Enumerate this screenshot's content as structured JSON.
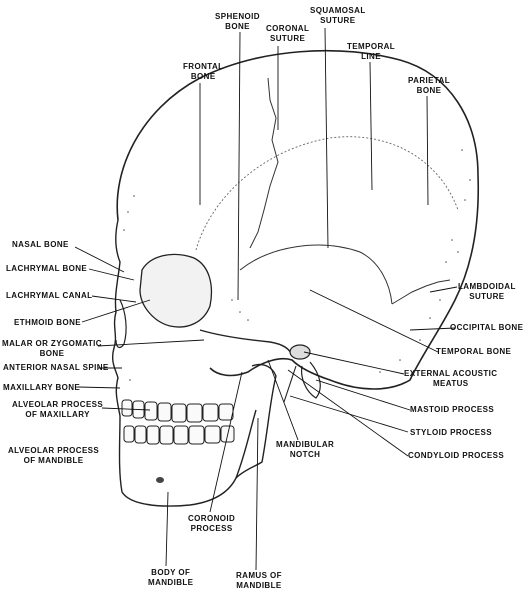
{
  "labels": {
    "sphenoid_bone": [
      "SPHENOID",
      "BONE"
    ],
    "coronal_suture": [
      "CORONAL",
      "SUTURE"
    ],
    "squamosal_suture": [
      "SQUAMOSAL",
      "SUTURE"
    ],
    "frontal_bone": [
      "FRONTAL",
      "BONE"
    ],
    "temporal_line": [
      "TEMPORAL",
      "LINE"
    ],
    "parietal_bone": [
      "PARIETAL",
      "BONE"
    ],
    "nasal_bone": "NASAL BONE",
    "lachrymal_bone": "LACHRYMAL BONE",
    "lachrymal_canal": "LACHRYMAL CANAL",
    "ethmoid_bone": "ETHMOID BONE",
    "malar_or_zygomatic_bone": [
      "MALAR OR ZYGOMATIC",
      "BONE"
    ],
    "anterior_nasal_spine": "ANTERIOR NASAL SPINE",
    "maxillary_bone": "MAXILLARY BONE",
    "alveolar_process_of_maxillary": [
      "ALVEOLAR PROCESS",
      "OF MAXILLARY"
    ],
    "alveolar_process_of_mandible": [
      "ALVEOLAR PROCESS",
      "OF MANDIBLE"
    ],
    "lambdoidal_suture": [
      "LAMBDOIDAL",
      "SUTURE"
    ],
    "occipital_bone": "OCCIPITAL BONE",
    "temporal_bone": "TEMPORAL BONE",
    "external_acoustic_meatus": [
      "EXTERNAL ACOUSTIC",
      "MEATUS"
    ],
    "mastoid_process": "MASTOID PROCESS",
    "styloid_process": "STYLOID PROCESS",
    "condyloid_process": "CONDYLOID PROCESS",
    "mandibular_notch": [
      "MANDIBULAR",
      "NOTCH"
    ],
    "coronoid_process": [
      "CORONOID",
      "PROCESS"
    ],
    "ramus_of_mandible": [
      "RAMUS OF",
      "MANDIBLE"
    ],
    "body_of_mandible": [
      "BODY OF",
      "MANDIBLE"
    ]
  }
}
